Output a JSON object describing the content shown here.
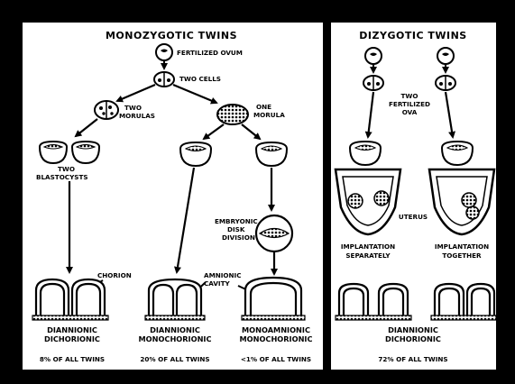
{
  "diagram": {
    "panels": {
      "mono_title": "MONOZYGOTIC TWINS",
      "di_title": "DIZYGOTIC TWINS"
    },
    "stages": {
      "fertilized_ovum": "FERTILIZED OVUM",
      "two_cells": "TWO CELLS",
      "two_morulas": [
        "TWO",
        "MORULAS"
      ],
      "one_morula": [
        "ONE",
        "MORULA"
      ],
      "two_blastocysts": [
        "TWO",
        "BLASTOCYSTS"
      ],
      "embryonic_disk_division": [
        "EMBRYONIC",
        "DISK",
        "DIVISION"
      ],
      "two_fertilized_ova": [
        "TWO",
        "FERTILIZED",
        "OVA"
      ],
      "uterus": "UTERUS",
      "implantation_separately": [
        "IMPLANTATION",
        "SEPARATELY"
      ],
      "implantation_together": [
        "IMPLANTATION",
        "TOGETHER"
      ],
      "chorion": "CHORION",
      "amnionic_cavity": [
        "AMNIONIC",
        "CAVITY"
      ]
    },
    "outcomes": [
      {
        "type": [
          "DIANNIONIC",
          "DICHORIONIC"
        ],
        "freq": "8% OF ALL TWINS"
      },
      {
        "type": [
          "DIANNIONIC",
          "MONOCHORIONIC"
        ],
        "freq": "20% OF ALL TWINS"
      },
      {
        "type": [
          "MONOAMNIONIC",
          "MONOCHORIONIC"
        ],
        "freq": "<1% OF ALL TWINS"
      },
      {
        "type": [
          "DIANNIONIC",
          "DICHORIONIC"
        ],
        "freq": "72% OF ALL TWINS"
      }
    ]
  }
}
